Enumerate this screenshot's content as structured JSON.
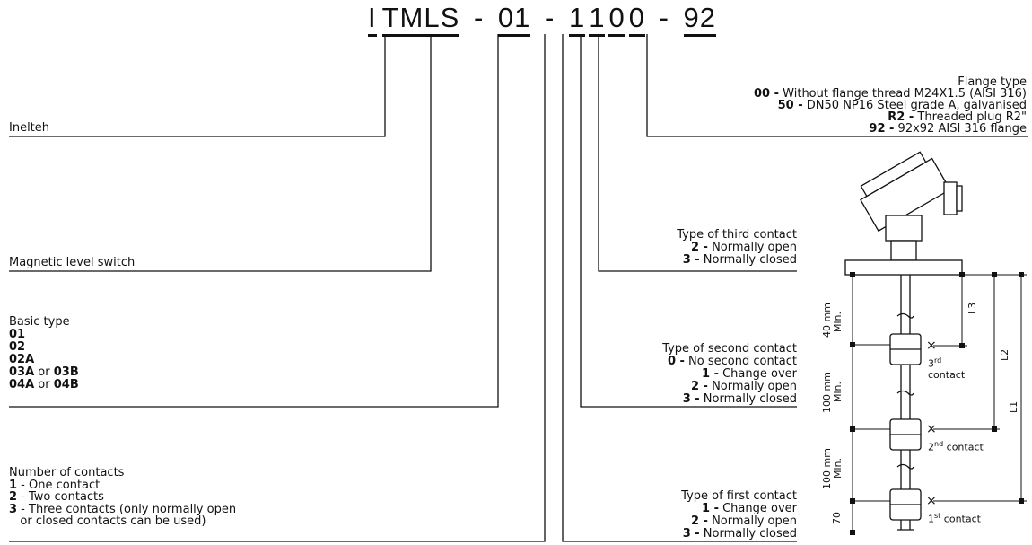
{
  "code": {
    "brand": "I",
    "type": "TMLS",
    "sep1": "-",
    "basic": "01",
    "sep2": "-",
    "c1": "1",
    "c2": "1",
    "c3": "0",
    "c4": "0",
    "sep3": "-",
    "flange": "92"
  },
  "inelteh": {
    "label": "Inelteh"
  },
  "magnetic": {
    "label": "Magnetic level switch"
  },
  "basic_type": {
    "title": "Basic type",
    "items": [
      {
        "code": "01",
        "rest": ""
      },
      {
        "code": "02",
        "rest": ""
      },
      {
        "code": "02A",
        "rest": ""
      },
      {
        "code": "03A",
        "rest": " or ",
        "code2": "03B"
      },
      {
        "code": "04A",
        "rest": " or ",
        "code2": "04B"
      }
    ]
  },
  "num_contacts": {
    "title": "Number of contacts",
    "items": [
      {
        "code": "1",
        "text": " - One contact"
      },
      {
        "code": "2",
        "text": " - Two contacts"
      },
      {
        "code": "3",
        "text": " - Three contacts (only normally open"
      },
      {
        "code": "",
        "text": "   or closed contacts can be used)"
      }
    ]
  },
  "flange_type": {
    "title": "Flange type",
    "items": [
      {
        "code": "00 -",
        "text": " Without flange thread M24X1.5 (AISI 316)"
      },
      {
        "code": "50 -",
        "text": " DN50 NP16 Steel grade A, galvanised"
      },
      {
        "code": "R2 -",
        "text": " Threaded plug R2\""
      },
      {
        "code": "92 -",
        "text": " 92x92 AISI 316 flange"
      }
    ]
  },
  "third_contact": {
    "title": "Type of third contact",
    "items": [
      {
        "code": "2 -",
        "text": " Normally open"
      },
      {
        "code": "3 -",
        "text": " Normally closed"
      }
    ]
  },
  "second_contact": {
    "title": "Type of second contact",
    "items": [
      {
        "code": "0 -",
        "text": " No second contact"
      },
      {
        "code": "1 -",
        "text": " Change over"
      },
      {
        "code": "2 -",
        "text": " Normally open"
      },
      {
        "code": "3 -",
        "text": " Normally closed"
      }
    ]
  },
  "first_contact": {
    "title": "Type of first contact",
    "items": [
      {
        "code": "1 -",
        "text": " Change over"
      },
      {
        "code": "2 -",
        "text": " Normally open"
      },
      {
        "code": "3 -",
        "text": " Normally closed"
      }
    ]
  },
  "drawing": {
    "dim_40": "40 mm",
    "dim_100a": "100 mm",
    "dim_100b": "100 mm",
    "min": "Min.",
    "dim_70": "70",
    "l1": "L1",
    "l2": "L2",
    "l3": "L3",
    "contact3_sup": "rd",
    "contact3_num": "3",
    "contact3_word": "contact",
    "contact2_num": "2",
    "contact2_sup": "nd",
    "contact2_word": " contact",
    "contact1_num": "1",
    "contact1_sup": "st",
    "contact1_word": " contact",
    "x_mark": "×"
  }
}
